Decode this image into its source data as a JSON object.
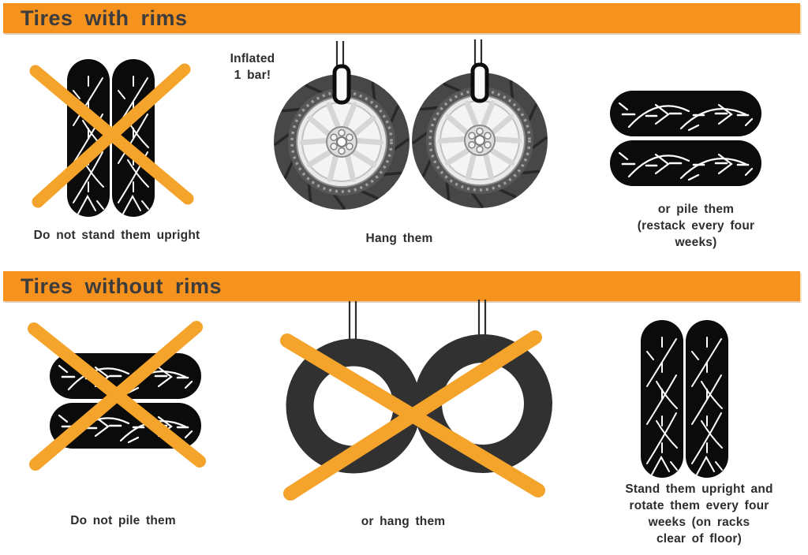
{
  "colors": {
    "c-bar": "#F6921E",
    "c-cross": "#F4A32B",
    "c-tire": "#0B0B0B",
    "c-ring": "#313131",
    "c-text": "#2D2D2D",
    "c-header-text": "#3C3C3C"
  },
  "sections": [
    {
      "title": "Tires with rims",
      "items": [
        {
          "icon": "crossed-upright-tires",
          "status": "wrong",
          "caption": "Do not stand them upright"
        },
        {
          "icon": "hanging-wheels",
          "status": "correct",
          "note": "Inflated\n1 bar!",
          "caption": "Hang them"
        },
        {
          "icon": "piled-tires",
          "status": "correct",
          "caption": "or pile them\n(restack every four\nweeks)"
        }
      ]
    },
    {
      "title": "Tires without rims",
      "items": [
        {
          "icon": "crossed-piled-tires",
          "status": "wrong",
          "caption": "Do not pile them"
        },
        {
          "icon": "crossed-hanging-tires",
          "status": "wrong",
          "caption": "or hang them"
        },
        {
          "icon": "upright-tires",
          "status": "correct",
          "caption": "Stand them upright and\nrotate them every four\nweeks (on racks\nclear of floor)"
        }
      ]
    }
  ]
}
